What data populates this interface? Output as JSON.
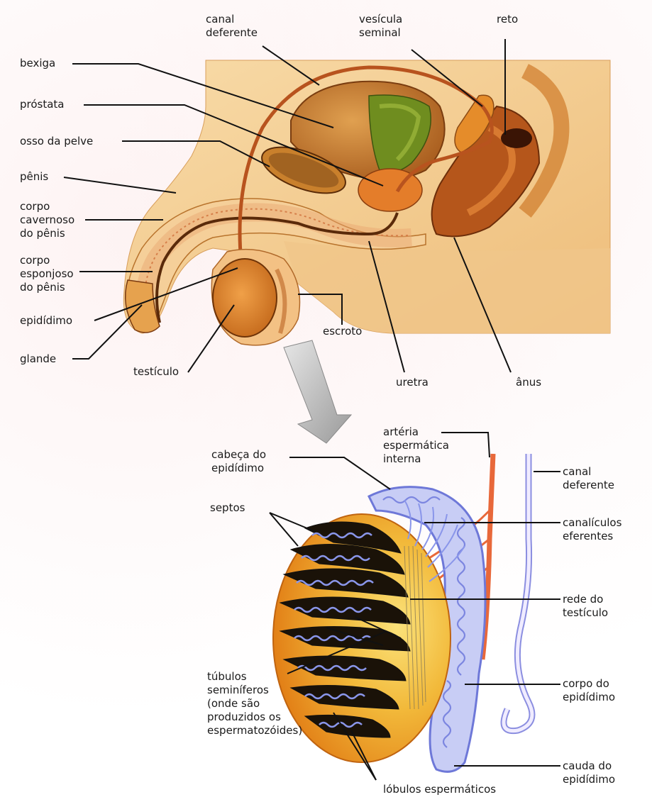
{
  "figure_top": {
    "labels": {
      "canal_deferente": "canal\ndeferente",
      "vesicula_seminal": "vesícula\nseminal",
      "reto": "reto",
      "bexiga": "bexiga",
      "prostata": "próstata",
      "osso_da_pelve": "osso da pelve",
      "penis": "pênis",
      "corpo_cavernoso": "corpo\ncavernoso\ndo pênis",
      "corpo_esponjoso": "corpo\nesponjoso\ndo pênis",
      "epididimo": "epidídimo",
      "glande": "glande",
      "testiculo": "testículo",
      "escroto": "escroto",
      "uretra": "uretra",
      "anus": "ânus"
    }
  },
  "figure_bottom": {
    "labels": {
      "arteria": "artéria\nespermática\ninterna",
      "cabeca_epididimo": "cabeça do\nepidídimo",
      "canal_deferente": "canal\ndeferente",
      "septos": "septos",
      "canaliculos": "canalículos\neferentes",
      "rede_testiculo": "rede do\ntestículo",
      "corpo_epididimo": "corpo do\nepidídimo",
      "tubulos": "túbulos\nseminíferos\n(onde são\nproduzidos os\nespermatozóides)",
      "cauda_epididimo": "cauda do\nepidídimo",
      "lobulos": "lóbulos espermáticos"
    }
  },
  "colors": {
    "skin": "#f3c98e",
    "skin_dark": "#e2a25c",
    "organ_orange": "#e98a2c",
    "bladder": "#c7752c",
    "vesicle_green": "#7d9b2a",
    "rectum": "#b3541a",
    "tubule_blue": "#8c9be8",
    "artery_red": "#e86a3c",
    "testis_yellow": "#f2c331",
    "testis_orange": "#e48a1e",
    "leader_line": "#111111"
  }
}
